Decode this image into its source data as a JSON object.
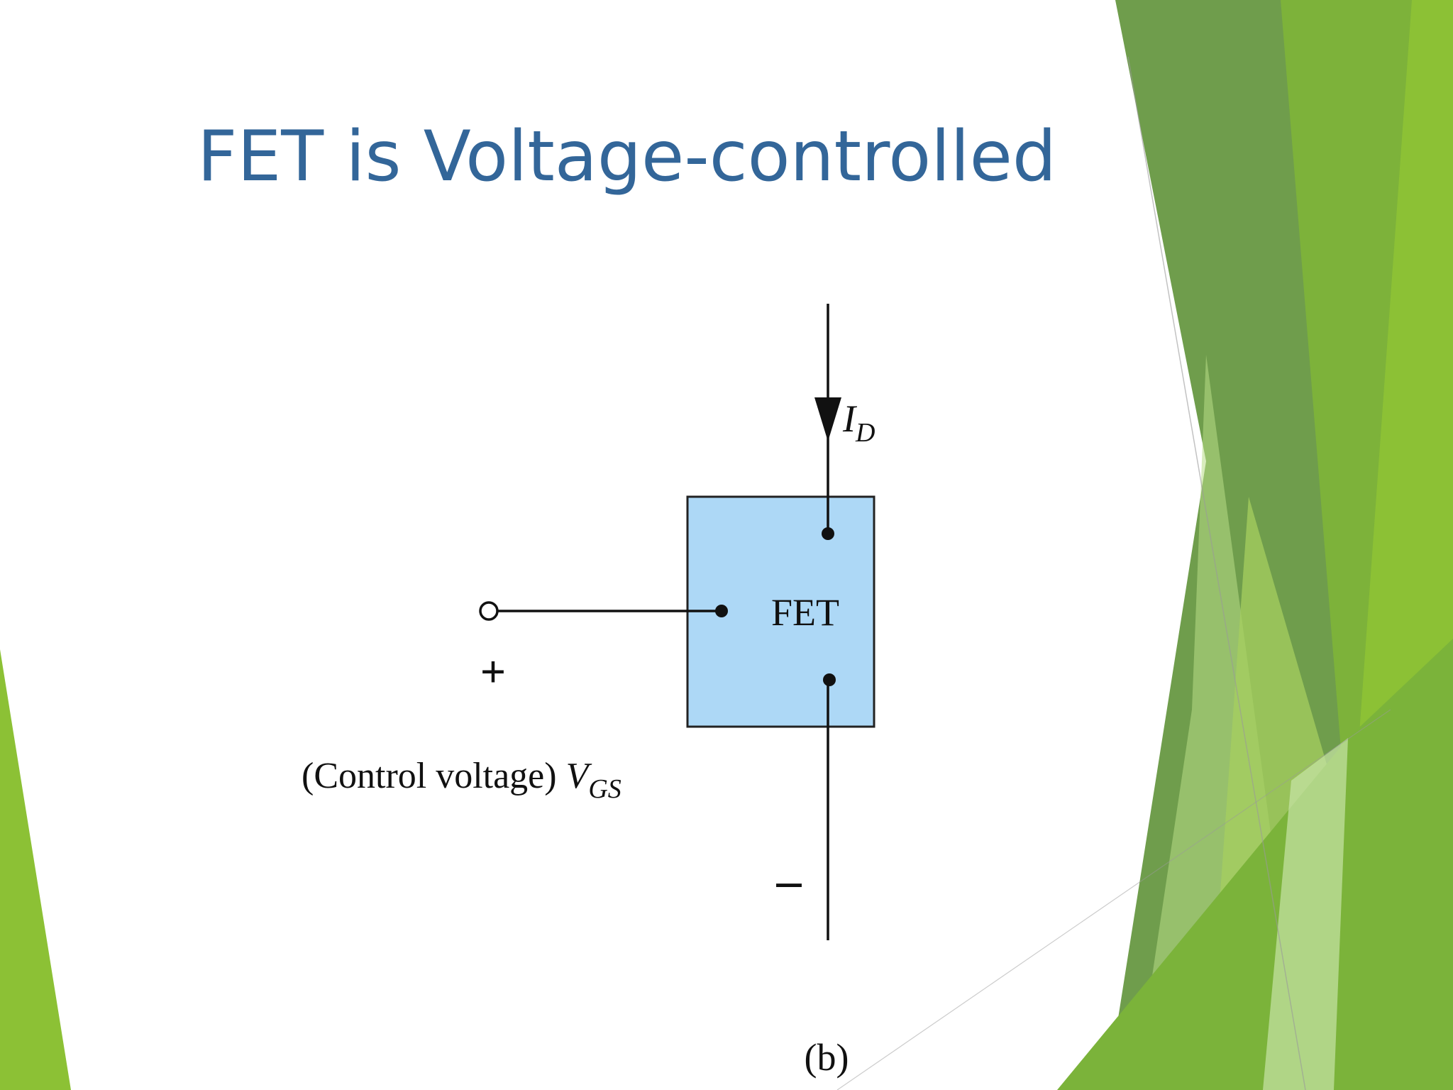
{
  "slide": {
    "title": "FET is Voltage-controlled"
  },
  "diagram": {
    "box_label": "FET",
    "current_label": "I",
    "current_subscript": "D",
    "control_label": "(Control voltage)",
    "voltage_label": "V",
    "voltage_subscript": "GS",
    "plus_sign": "+",
    "minus_sign": "–",
    "caption": "(b)",
    "box_fill": "#add8f6"
  },
  "theme": {
    "accent_dark": "#5f9633",
    "accent_mid": "#7bb33a",
    "accent_light": "#a9d25a",
    "title_color": "#336699"
  }
}
